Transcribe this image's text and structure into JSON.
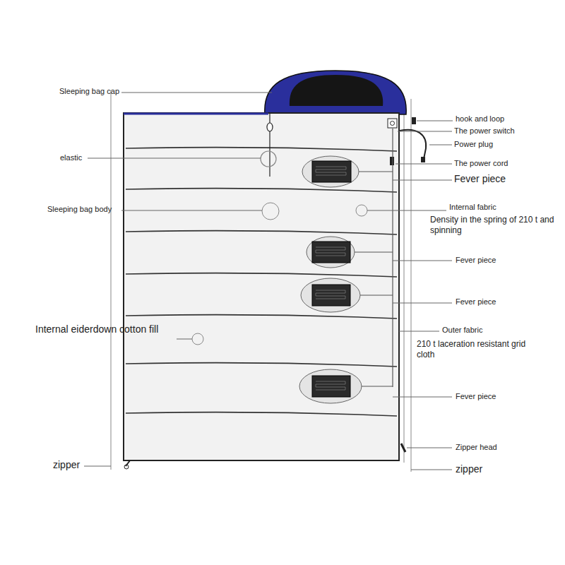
{
  "diagram": {
    "labels": [
      "Sleeping bag cap",
      "elastic",
      "Sleeping bag body",
      "Internal eiderdown cotton fill",
      "zipper",
      "hook and loop",
      "The power switch",
      "Power plug",
      "The power cord",
      "Fever piece",
      "Internal fabric",
      "Density in the spring of 210 t and spinning",
      "Fever piece",
      "Fever piece",
      "Outer fabric",
      "210 t laceration resistant grid cloth",
      "Fever piece",
      "Zipper head",
      "zipper"
    ]
  }
}
